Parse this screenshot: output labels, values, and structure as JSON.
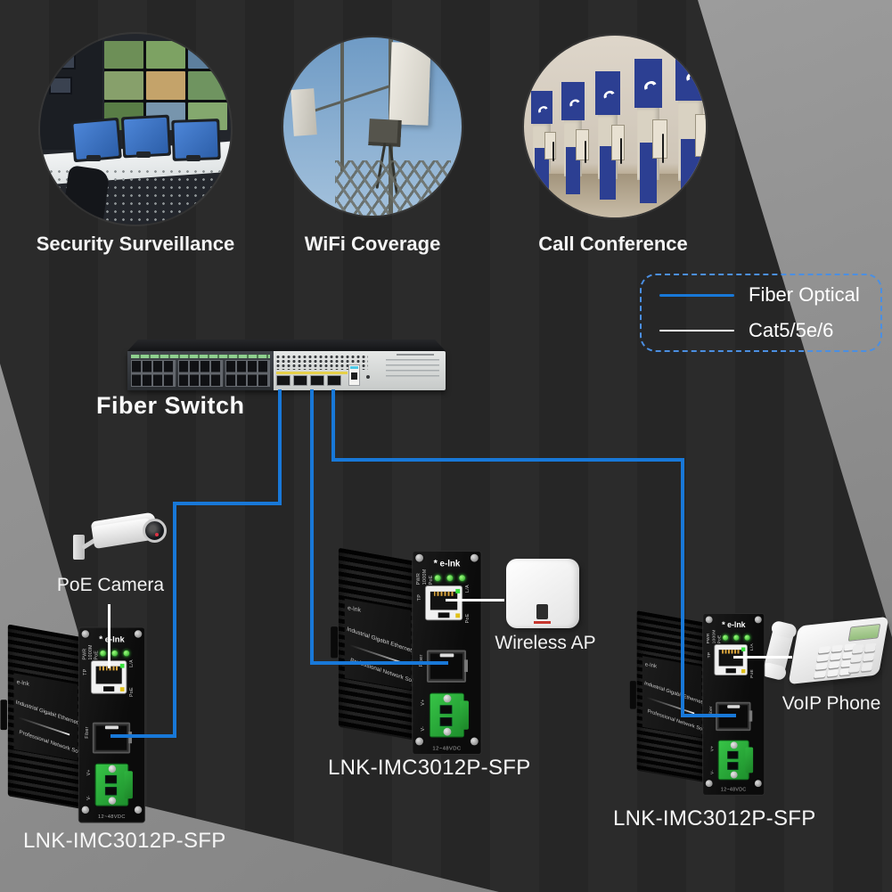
{
  "scenes": [
    {
      "label": "Security Surveillance"
    },
    {
      "label": "WiFi Coverage"
    },
    {
      "label": "Call Conference"
    }
  ],
  "legend": {
    "items": [
      {
        "label": "Fiber Optical",
        "color": "#1878d8"
      },
      {
        "label": "Cat5/5e/6",
        "color": "#ffffff"
      }
    ]
  },
  "network": {
    "switch_label": "Fiber Switch",
    "camera_label": "PoE Camera",
    "ap_label": "Wireless AP",
    "phone_label": "VoIP Phone"
  },
  "converters": [
    {
      "label": "LNK-IMC3012P-SFP"
    },
    {
      "label": "LNK-IMC3012P-SFP"
    },
    {
      "label": "LNK-IMC3012P-SFP"
    }
  ],
  "mc": {
    "brand": "e-lnk",
    "brand_star": "*",
    "side_line1": "Industrial Gigabit Ethernet Switch",
    "side_line2": "Professional Network Solution",
    "led_pwr": "PWR",
    "led_1000m": "1000M",
    "led_poe": "PoE",
    "label_tp": "TP",
    "label_la": "L/A",
    "label_poe": "PoE",
    "label_fiber": "Fiber",
    "label_vplus": "V+",
    "label_vminus": "V-",
    "power_text": "12~48VDC"
  }
}
